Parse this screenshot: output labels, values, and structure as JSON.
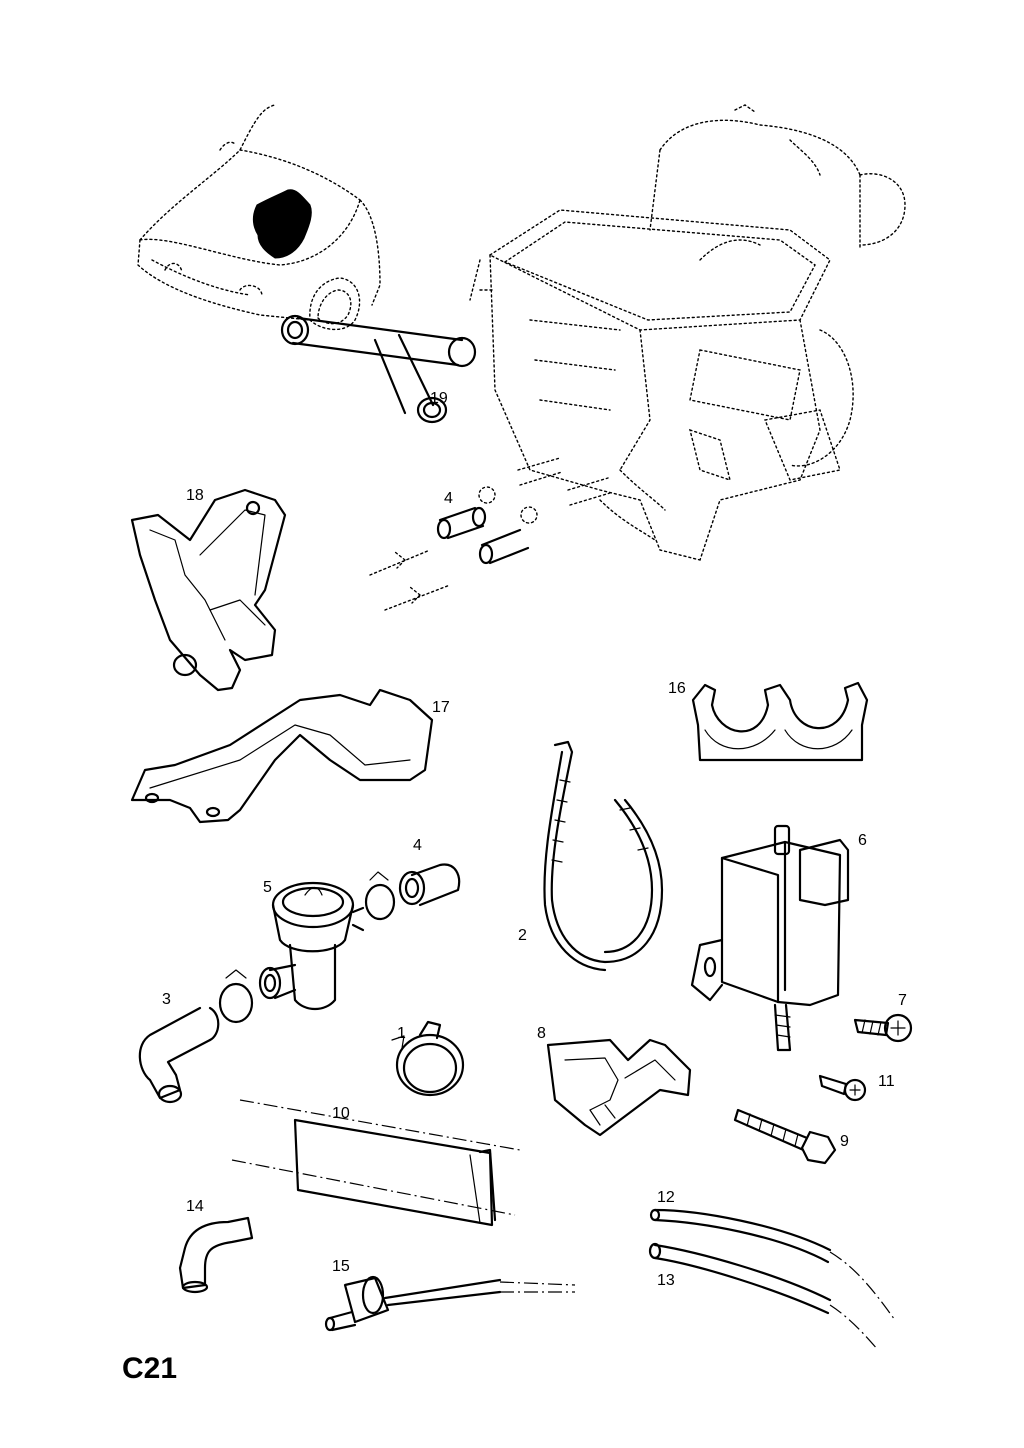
{
  "page_code": "C21",
  "part_numbers": {
    "p1": "1",
    "p2": "2",
    "p3": "3",
    "p4a": "4",
    "p4b": "4",
    "p5": "5",
    "p6": "6",
    "p7": "7",
    "p8": "8",
    "p9": "9",
    "p10": "10",
    "p11": "11",
    "p12": "12",
    "p13": "13",
    "p14": "14",
    "p15": "15",
    "p16": "16",
    "p17": "17",
    "p18": "18",
    "p19": "19"
  }
}
